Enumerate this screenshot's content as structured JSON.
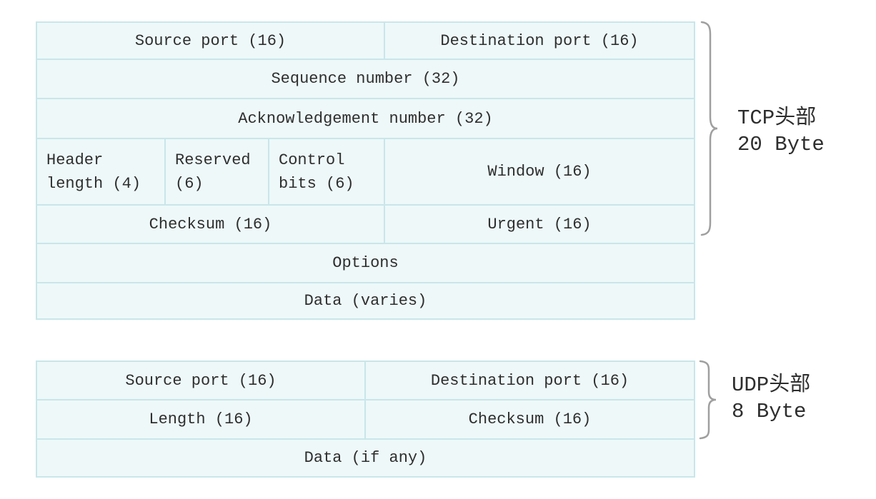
{
  "colors": {
    "cell_background": "#eef8f9",
    "grid_line": "#c9e6ea",
    "text": "#2e2e2e",
    "brace": "#9f9f9f",
    "page_background": "#ffffff"
  },
  "tcp": {
    "cells": {
      "source_port": "Source port (16)",
      "destination_port": "Destination port (16)",
      "sequence_number": "Sequence number (32)",
      "acknowledgement_number": "Acknowledgement number (32)",
      "header_length": "Header length (4)",
      "reserved": "Reserved (6)",
      "control_bits": "Control bits (6)",
      "window": "Window (16)",
      "checksum": "Checksum (16)",
      "urgent": "Urgent (16)",
      "options": "Options",
      "data": "Data (varies)"
    },
    "label_line1": "TCP头部",
    "label_line2": "20 Byte"
  },
  "udp": {
    "cells": {
      "source_port": "Source port (16)",
      "destination_port": "Destination port (16)",
      "length": "Length (16)",
      "checksum": "Checksum (16)",
      "data": "Data (if any)"
    },
    "label_line1": "UDP头部",
    "label_line2": "8 Byte"
  }
}
